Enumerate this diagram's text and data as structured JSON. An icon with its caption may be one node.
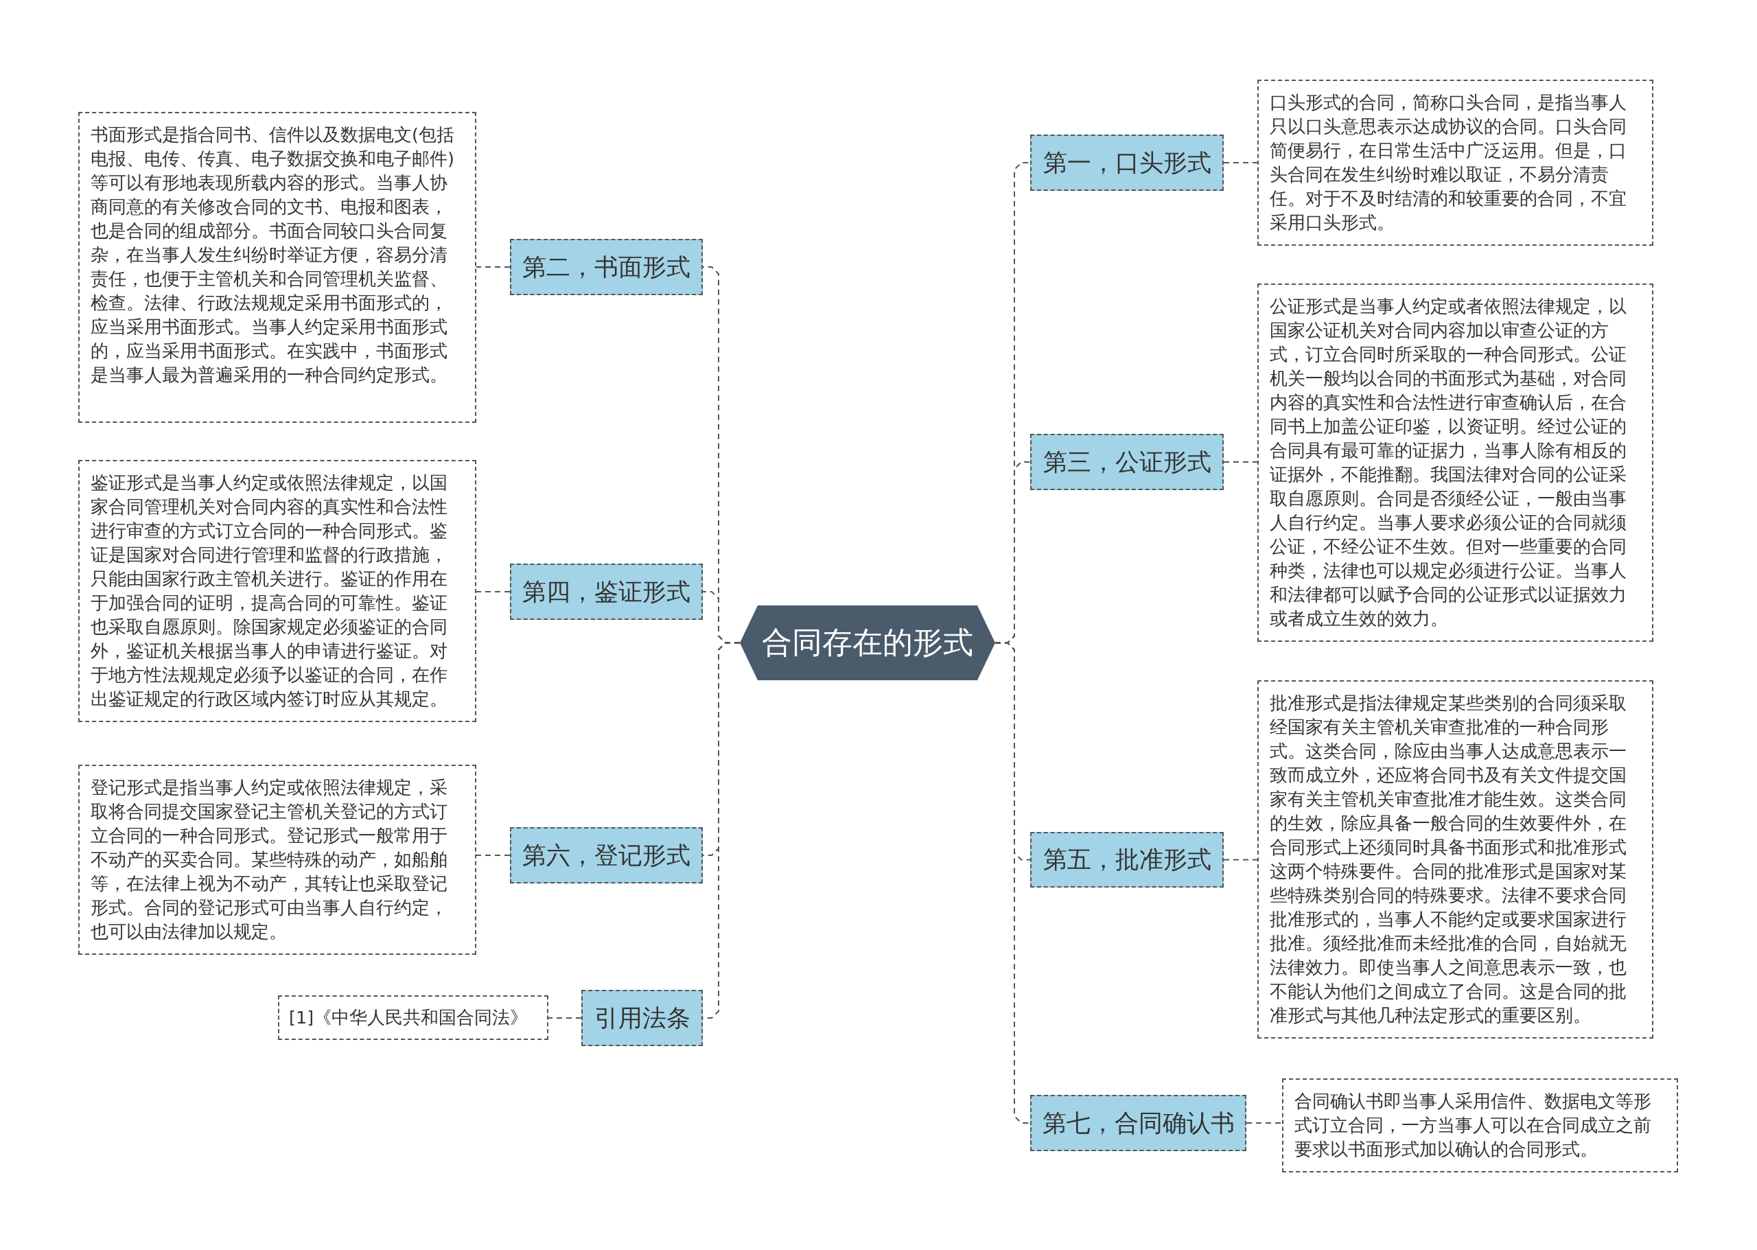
{
  "diagram": {
    "nodes": [
      {
        "text": [
          "合同存在的形式"
        ]
      },
      {
        "text": [
          "第一，口头形式"
        ]
      },
      {
        "text": [
          "口头形式的合同，简称口头合同，是指当事人只以口头意思表示达成协议的合同。口头合同简便易行，在日常生活中广泛运用。但是，口头合同在发生纠纷时难以取证，不易分清责任。对于不及时结清的和较重要的合同，不宜采用口头形式。"
        ]
      },
      {
        "text": [
          "第二，书面形式"
        ]
      },
      {
        "text": [
          "书面形式是指合同书、信件以及数据电文(包括电报、电传、传真、电子数据交换和电子邮件)等可以有形地表现所载内容的形式。当事人协商同意的有关修改合同的文书、电报和图表，也是合同的组成部分。书面合同较口头合同复杂，在当事人发生纠纷时举证方便，容易分清责任，也便于主管机关和合同管理机关监督、检查。法律、行政法规规定采用书面形式的，应当采用书面形式。当事人约定采用书面形式的，应当采用书面形式。在实践中，书面形式是当事人最为普遍采用的一种合同约定形式。"
        ]
      },
      {
        "text": [
          "第三，公证形式"
        ]
      },
      {
        "text": [
          "公证形式是当事人约定或者依照法律规定，以国家公证机关对合同内容加以审查公证的方式，订立合同时所采取的一种合同形式。公证机关一般均以合同的书面形式为基础，对合同内容的真实性和合法性进行审查确认后，在合同书上加盖公证印鉴，以资证明。经过公证的合同具有最可靠的证据力，当事人除有相反的证据外，不能推翻。我国法律对合同的公证采取自愿原则。合同是否须经公证，一般由当事人自行约定。当事人要求必须公证的合同就须公证，不经公证不生效。但对一些重要的合同种类，法律也可以规定必须进行公证。当事人和法律都可以赋予合同的公证形式以证据效力或者成立生效的效力。"
        ]
      },
      {
        "text": [
          "第四，鉴证形式"
        ]
      },
      {
        "text": [
          "鉴证形式是当事人约定或依照法律规定，以国家合同管理机关对合同内容的真实性和合法性进行审查的方式订立合同的一种合同形式。鉴证是国家对合同进行管理和监督的行政措施，只能由国家行政主管机关进行。鉴证的作用在于加强合同的证明，提高合同的可靠性。鉴证也采取自愿原则。除国家规定必须鉴证的合同外，鉴证机关根据当事人的申请进行鉴证。对于地方性法规规定必须予以鉴证的合同，在作出鉴证规定的行政区域内签订时应从其规定。"
        ]
      },
      {
        "text": [
          "第五，批准形式"
        ]
      },
      {
        "text": [
          "批准形式是指法律规定某些类别的合同须采取经国家有关主管机关审查批准的一种合同形式。这类合同，除应由当事人达成意思表示一致而成立外，还应将合同书及有关文件提交国家有关主管机关审查批准才能生效。这类合同的生效，除应具备一般合同的生效要件外，在合同形式上还须同时具备书面形式和批准形式这两个特殊要件。合同的批准形式是国家对某些特殊类别合同的特殊要求。法律不要求合同批准形式的，当事人不能约定或要求国家进行批准。须经批准而未经批准的合同，自始就无法律效力。即使当事人之间意思表示一致，也不能认为他们之间成立了合同。这是合同的批准形式与其他几种法定形式的重要区别。"
        ]
      },
      {
        "text": [
          "第六，登记形式"
        ]
      },
      {
        "text": [
          "登记形式是指当事人约定或依照法律规定，采取将合同提交国家登记主管机关登记的方式订立合同的一种合同形式。登记形式一般常用于不动产的买卖合同。某些特殊的动产，如船舶等，在法律上视为不动产，其转让也采取登记形式。合同的登记形式可由当事人自行约定，也可以由法律加以规定。"
        ]
      },
      {
        "text": [
          "第七，合同确认书"
        ]
      },
      {
        "text": [
          "合同确认书即当事人采用信件、数据电文等形式订立合同，一方当事人可以在合同成立之前要求以书面形式加以确认的合同形式。"
        ]
      },
      {
        "text": [
          "引用法条"
        ]
      },
      {
        "text": [
          "[1]《中华人民共和国合同法》"
        ]
      }
    ],
    "edges": [
      {
        "from": 0,
        "to": 1,
        "arrow": "none"
      },
      {
        "from": 1,
        "to": 2,
        "arrow": "none"
      },
      {
        "from": 0,
        "to": 3,
        "arrow": "none"
      },
      {
        "from": 3,
        "to": 4,
        "arrow": "none"
      },
      {
        "from": 0,
        "to": 5,
        "arrow": "none"
      },
      {
        "from": 5,
        "to": 6,
        "arrow": "none"
      },
      {
        "from": 0,
        "to": 7,
        "arrow": "none"
      },
      {
        "from": 7,
        "to": 8,
        "arrow": "none"
      },
      {
        "from": 0,
        "to": 9,
        "arrow": "none"
      },
      {
        "from": 9,
        "to": 10,
        "arrow": "none"
      },
      {
        "from": 0,
        "to": 11,
        "arrow": "none"
      },
      {
        "from": 11,
        "to": 12,
        "arrow": "none"
      },
      {
        "from": 0,
        "to": 13,
        "arrow": "none"
      },
      {
        "from": 13,
        "to": 14,
        "arrow": "none"
      },
      {
        "from": 0,
        "to": 15,
        "arrow": "none"
      },
      {
        "from": 15,
        "to": 16,
        "arrow": "none"
      }
    ]
  }
}
